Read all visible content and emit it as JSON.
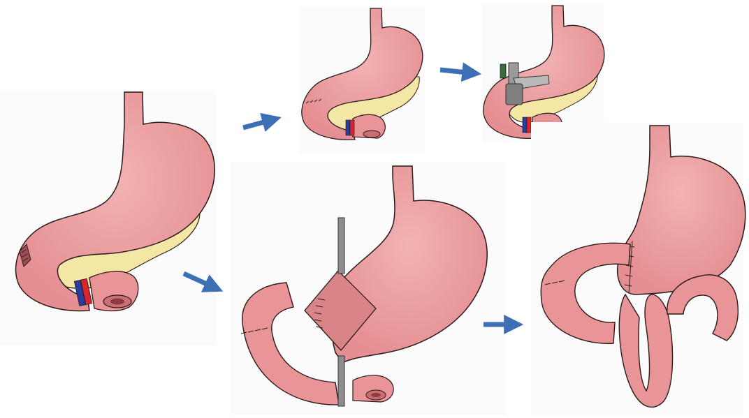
{
  "figure": {
    "panels": [
      {
        "id": "panel-1",
        "icon": "stomach-perforation-icon"
      },
      {
        "id": "panel-2",
        "icon": "stomach-resection-icon"
      },
      {
        "id": "panel-3",
        "icon": "stapler-closure-icon"
      },
      {
        "id": "panel-4",
        "icon": "gastric-reconstruction-icon"
      },
      {
        "id": "panel-5",
        "icon": "loop-anastomosis-icon"
      }
    ],
    "arrows": [
      "arrow-1-to-2",
      "arrow-2-to-3",
      "arrow-1-to-4",
      "arrow-4-to-5"
    ],
    "colors": {
      "tissue": "#ea9b9b",
      "tissue_dark": "#c96f73",
      "outline": "#2a1a1a",
      "pancreas": "#f4e7a6",
      "artery": "#d8252e",
      "vein": "#2b3c9e",
      "arrow": "#3d6fb6",
      "instrument": "#8d8d8d"
    }
  }
}
